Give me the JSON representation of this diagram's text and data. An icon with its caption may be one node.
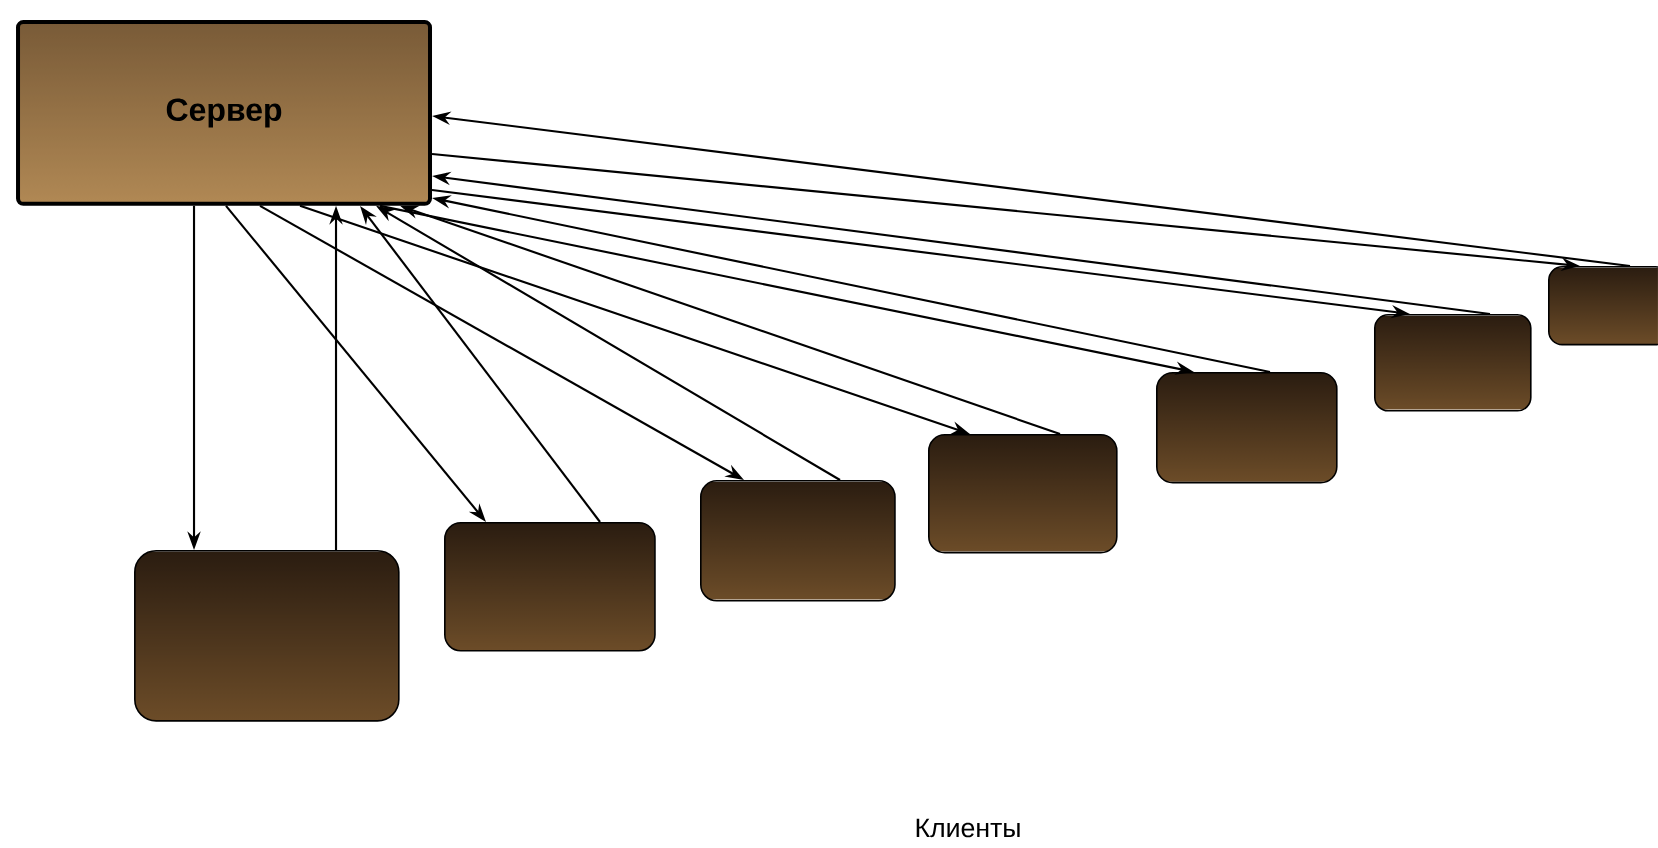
{
  "diagram": {
    "nodes": [
      {
        "text": [
          "Сервер"
        ]
      },
      {
        "text": [],
        "shape": "box"
      },
      {
        "text": [],
        "shape": "box"
      },
      {
        "text": [],
        "shape": "box"
      },
      {
        "text": [],
        "shape": "box"
      },
      {
        "text": [],
        "shape": "box"
      },
      {
        "text": [],
        "shape": "box"
      },
      {
        "text": [],
        "shape": "box"
      }
    ],
    "edges": [
      {
        "from": 0,
        "to": 1,
        "arrow": "to"
      },
      {
        "from": 1,
        "to": 0,
        "arrow": "to"
      },
      {
        "from": 0,
        "to": 2,
        "arrow": "to"
      },
      {
        "from": 2,
        "to": 0,
        "arrow": "to"
      },
      {
        "from": 0,
        "to": 3,
        "arrow": "to"
      },
      {
        "from": 3,
        "to": 0,
        "arrow": "to"
      },
      {
        "from": 0,
        "to": 4,
        "arrow": "to"
      },
      {
        "from": 4,
        "to": 0,
        "arrow": "to"
      },
      {
        "from": 0,
        "to": 5,
        "arrow": "to"
      },
      {
        "from": 5,
        "to": 0,
        "arrow": "to"
      },
      {
        "from": 0,
        "to": 6,
        "arrow": "to"
      },
      {
        "from": 6,
        "to": 0,
        "arrow": "to"
      },
      {
        "from": 0,
        "to": 7,
        "arrow": "to"
      },
      {
        "from": 7,
        "to": 0,
        "arrow": "to"
      }
    ],
    "labels": [
      "Клиенты"
    ]
  }
}
